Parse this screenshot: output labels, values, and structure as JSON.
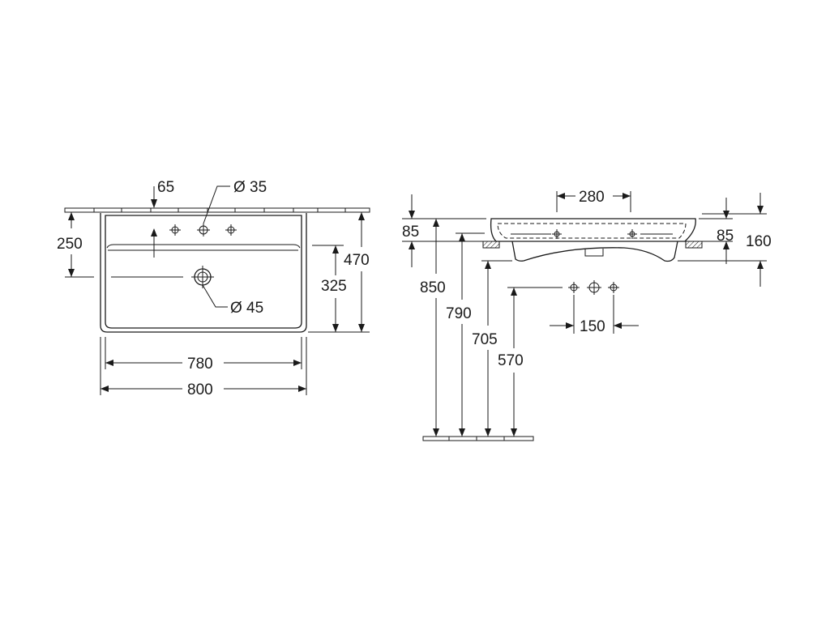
{
  "plan_view": {
    "dim_tap_offset": "65",
    "dim_tap_hole": "Ø 35",
    "dim_back_to_tap": "250",
    "dim_depth": "470",
    "dim_back_to_drain": "325",
    "dim_drain": "Ø 45",
    "dim_inner_width": "780",
    "dim_width": "800"
  },
  "side_view": {
    "dim_fixing_spacing": "280",
    "dim_rim_left": "85",
    "dim_rim_right": "85",
    "dim_total_height": "160",
    "dim_floor_to_rim": "850",
    "dim_floor_to_underside": "790",
    "dim_floor_to_fixing": "705",
    "dim_floor_to_tap_inlet": "570",
    "dim_tap_spacing": "150"
  }
}
